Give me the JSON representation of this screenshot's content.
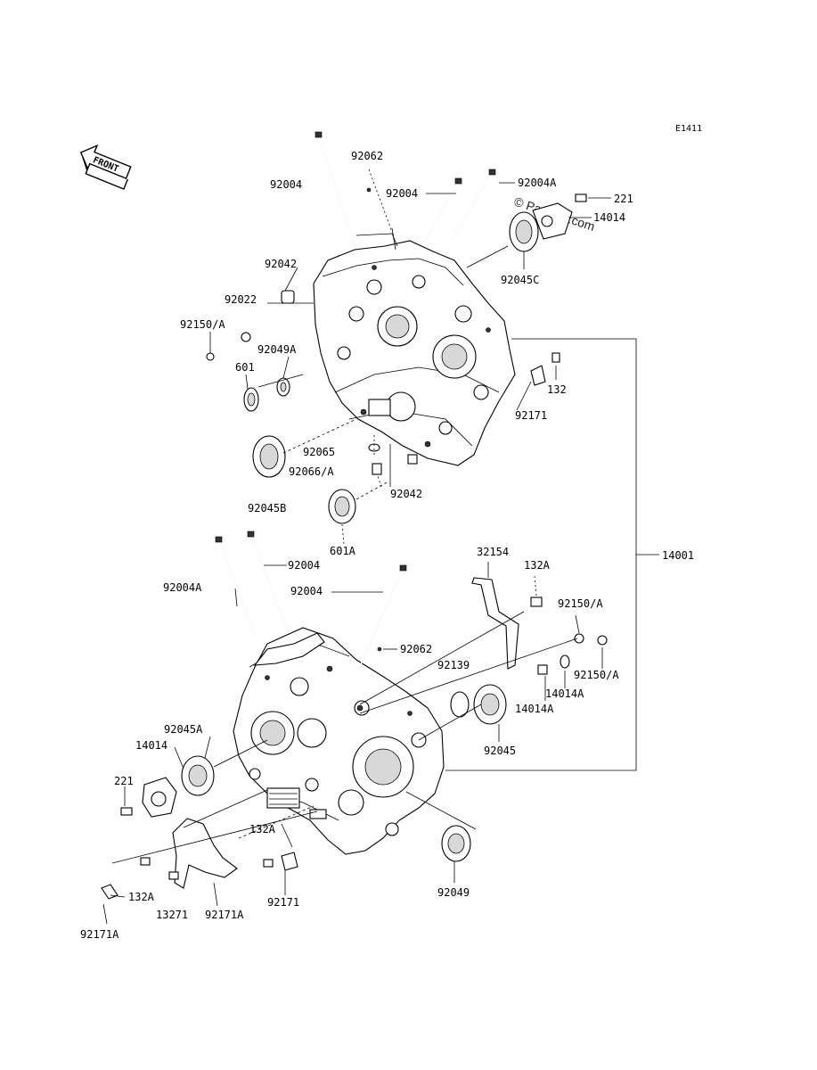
{
  "diagram_code": "E1411",
  "front_label": "FRONT",
  "watermark": "© Partzilla.com",
  "footer": "",
  "parts": [
    {
      "id": "p01",
      "text": "92062"
    },
    {
      "id": "p02",
      "text": "92004"
    },
    {
      "id": "p03",
      "text": "92004"
    },
    {
      "id": "p04",
      "text": "92004A"
    },
    {
      "id": "p05",
      "text": "221"
    },
    {
      "id": "p06",
      "text": "14014"
    },
    {
      "id": "p07",
      "text": "92042"
    },
    {
      "id": "p08",
      "text": "92045C"
    },
    {
      "id": "p09",
      "text": "92022"
    },
    {
      "id": "p10",
      "text": "92150/A"
    },
    {
      "id": "p11",
      "text": "92049A"
    },
    {
      "id": "p12",
      "text": "601"
    },
    {
      "id": "p13",
      "text": "132"
    },
    {
      "id": "p14",
      "text": "92171"
    },
    {
      "id": "p15",
      "text": "92065"
    },
    {
      "id": "p16",
      "text": "92066/A"
    },
    {
      "id": "p17",
      "text": "92042"
    },
    {
      "id": "p18",
      "text": "92045B"
    },
    {
      "id": "p19",
      "text": "601A"
    },
    {
      "id": "p20",
      "text": "32154"
    },
    {
      "id": "p21",
      "text": "132A"
    },
    {
      "id": "p22",
      "text": "92004"
    },
    {
      "id": "p23",
      "text": "92004A"
    },
    {
      "id": "p24",
      "text": "14001"
    },
    {
      "id": "p25",
      "text": "92004"
    },
    {
      "id": "p26",
      "text": "92150/A"
    },
    {
      "id": "p27",
      "text": "92062"
    },
    {
      "id": "p28",
      "text": "92139"
    },
    {
      "id": "p29",
      "text": "92150/A"
    },
    {
      "id": "p30",
      "text": "14014A"
    },
    {
      "id": "p31",
      "text": "14014A"
    },
    {
      "id": "p32",
      "text": "92045A"
    },
    {
      "id": "p33",
      "text": "14014"
    },
    {
      "id": "p34",
      "text": "92045"
    },
    {
      "id": "p35",
      "text": "221"
    },
    {
      "id": "p36",
      "text": "132A"
    },
    {
      "id": "p37",
      "text": "132A"
    },
    {
      "id": "p38",
      "text": "92049"
    },
    {
      "id": "p39",
      "text": "13271"
    },
    {
      "id": "p40",
      "text": "92171A"
    },
    {
      "id": "p41",
      "text": "92171"
    },
    {
      "id": "p42",
      "text": "92171A"
    }
  ]
}
